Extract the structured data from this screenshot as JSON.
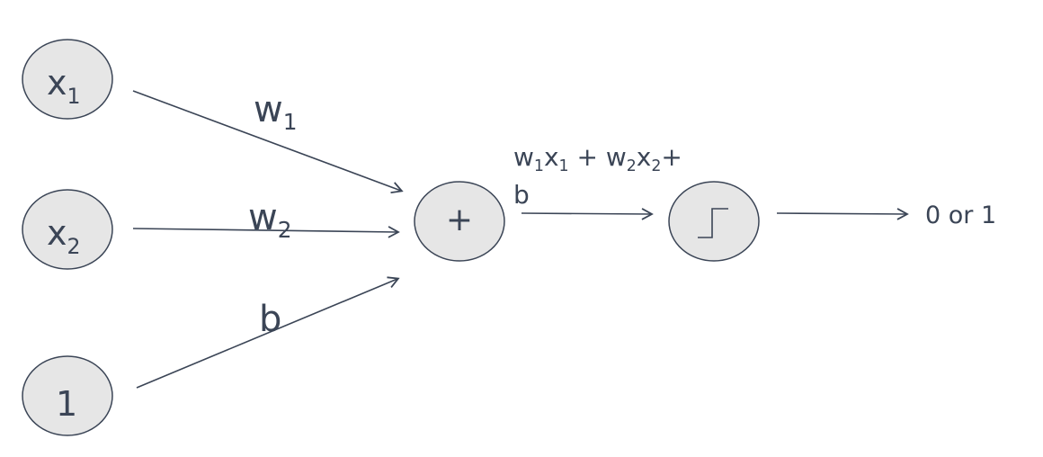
{
  "diagram": {
    "inputs": {
      "x1": {
        "main": "x",
        "sub": "1"
      },
      "x2": {
        "main": "x",
        "sub": "2"
      },
      "bias_input": "1"
    },
    "weights": {
      "w1": {
        "main": "w",
        "sub": "1"
      },
      "w2": {
        "main": "w",
        "sub": "2"
      },
      "b": "b"
    },
    "sum_node": {
      "symbol": "+"
    },
    "sum_expression": {
      "line1_parts": [
        "w",
        "1",
        "x",
        "1",
        " + ",
        "w",
        "2",
        "x",
        "2",
        "+"
      ],
      "line2": "b"
    },
    "activation": {
      "icon": "step-function-icon"
    },
    "output": "0 or 1"
  },
  "colors": {
    "stroke": "#3b4556",
    "node_fill": "#e6e6e6",
    "text": "#3b4556"
  }
}
